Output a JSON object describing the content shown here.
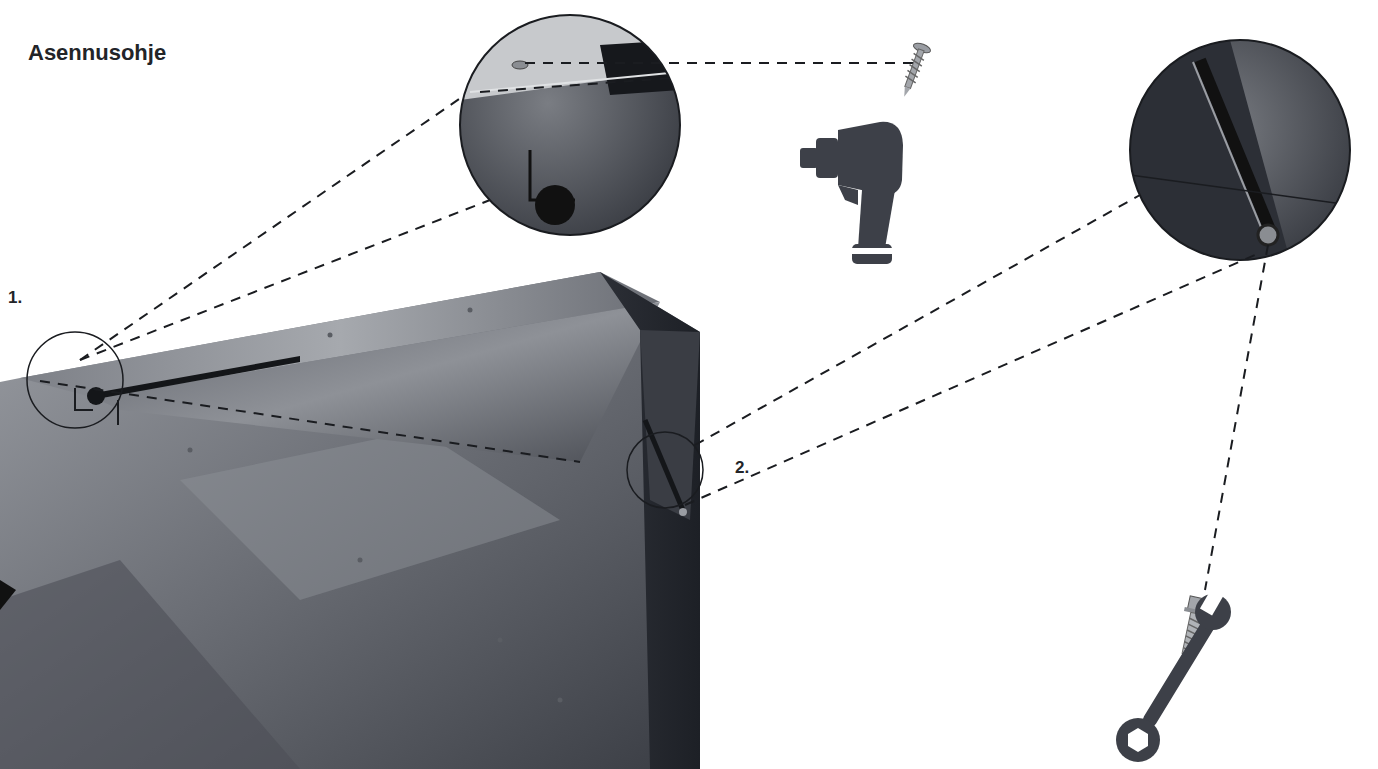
{
  "diagram": {
    "title": "Asennusohje",
    "labels": [
      "1.",
      "2."
    ]
  }
}
